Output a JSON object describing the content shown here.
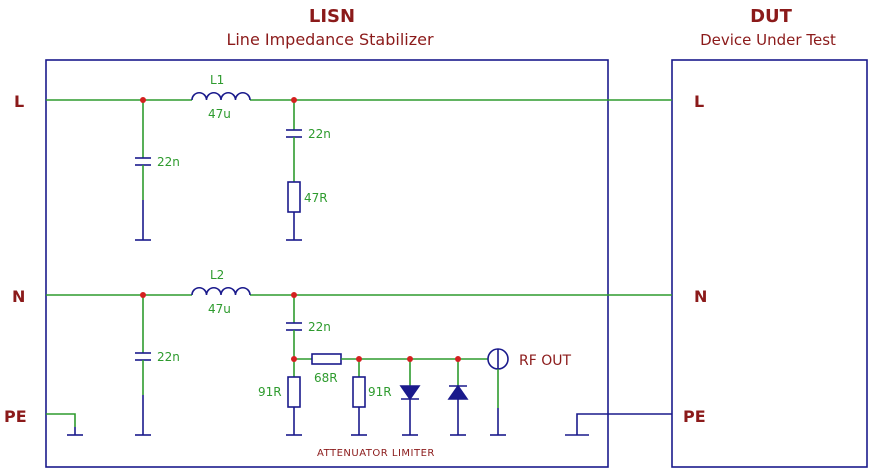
{
  "titles": {
    "lisn_title": "LISN",
    "lisn_subtitle": "Line Impedance Stabilizer",
    "dut_title": "DUT",
    "dut_subtitle": "Device Under Test"
  },
  "nets": {
    "left_L": "L",
    "left_N": "N",
    "left_PE": "PE",
    "right_L": "L",
    "right_N": "N",
    "right_PE": "PE"
  },
  "components": {
    "l1_name": "L1",
    "l1_value": "47u",
    "l2_name": "L2",
    "l2_value": "47u",
    "c_l_shunt": "22n",
    "c_l_series": "22n",
    "r_l": "47R",
    "c_n_shunt": "22n",
    "c_n_series": "22n",
    "r_n_shunt": "91R",
    "r_attn_series": "68R",
    "r_attn_shunt": "91R"
  },
  "rf_out": "RF OUT",
  "note": "ATTENUATOR LIMITER",
  "colors": {
    "wire": "#2e9b2e",
    "part": "#1a1a8c",
    "label": "#8b1a1a",
    "junction": "#d42020"
  }
}
